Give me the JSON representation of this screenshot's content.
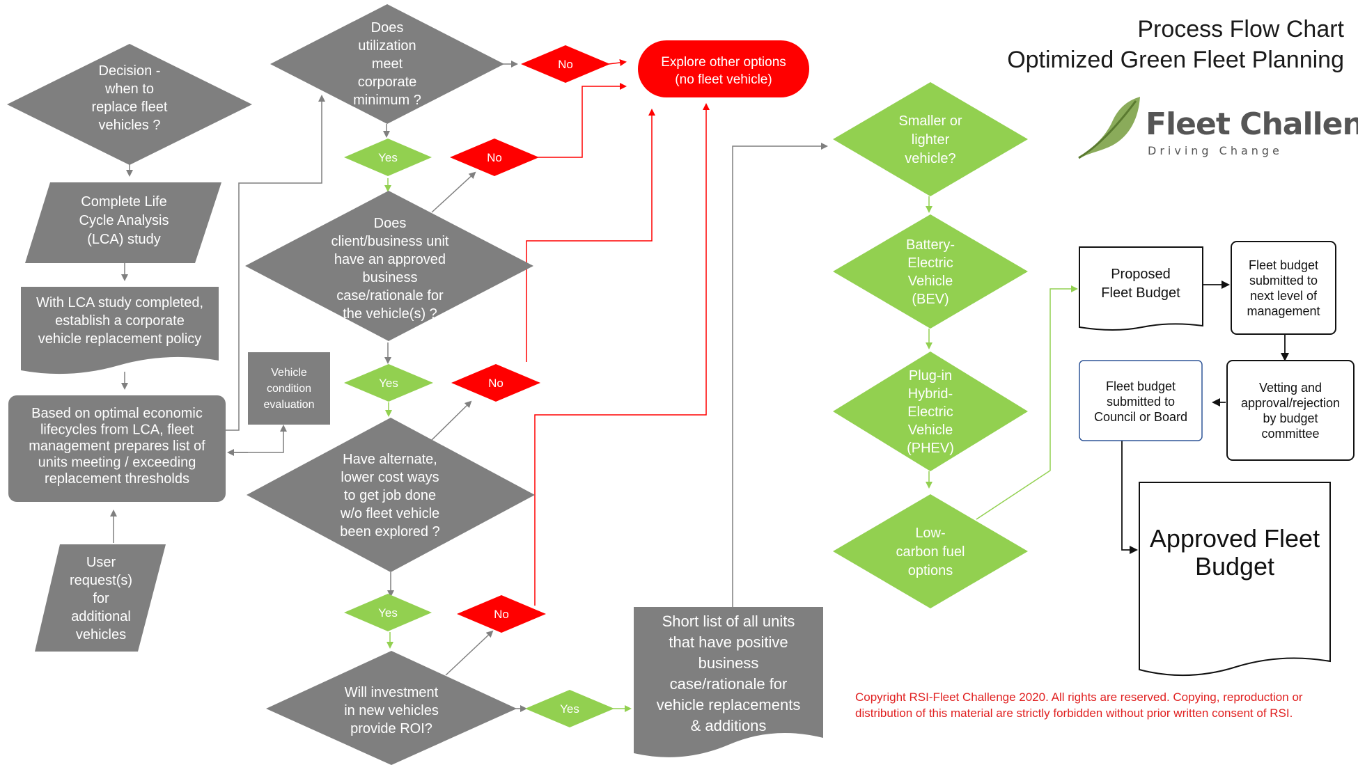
{
  "header": {
    "title_line1": "Process Flow Chart",
    "title_line2": "Optimized Green Fleet Planning"
  },
  "logo": {
    "name": "Fleet Challenge",
    "tagline": "Driving Change"
  },
  "copyright": "Copyright RSI-Fleet Challenge 2020. All rights are reserved. Copying, reproduction or distribution of this material are strictly forbidden without prior written consent of RSI.",
  "colors": {
    "gray": "#7f7f7f",
    "green": "#92d050",
    "red": "#ff0000",
    "connector_gray": "#7f7f7f",
    "connector_red": "#ff0000",
    "connector_green": "#92d050"
  },
  "nodes": {
    "decision_when": [
      "Decision -",
      "when to",
      "replace fleet",
      "vehicles ?"
    ],
    "lca_study": [
      "Complete Life",
      "Cycle Analysis",
      "(LCA) study"
    ],
    "replacement_policy": [
      "With LCA study completed,",
      "establish a  corporate",
      "vehicle replacement policy"
    ],
    "prepare_list": [
      "Based on optimal economic",
      "lifecycles from LCA, fleet",
      "management prepares list of",
      "units meeting / exceeding",
      "replacement thresholds"
    ],
    "condition_eval": [
      "Vehicle",
      "condition",
      "evaluation"
    ],
    "user_requests": [
      "User",
      "request(s)",
      "for",
      "additional",
      "vehicles"
    ],
    "utilization": [
      "Does",
      "utilization",
      "meet",
      "corporate",
      "minimum ?"
    ],
    "business_case": [
      "Does",
      "client/business unit",
      "have an approved",
      "business",
      "case/rationale for",
      "the vehicle(s) ?"
    ],
    "alternate_ways": [
      "Have alternate,",
      "lower cost  ways",
      "to get job done",
      "w/o fleet vehicle",
      "been explored ?"
    ],
    "roi": [
      "Will investment",
      "in new vehicles",
      "provide ROI?"
    ],
    "explore_options": [
      "Explore other options",
      "(no  fleet vehicle)"
    ],
    "short_list": [
      "Short list of all units",
      "that have  positive",
      "business",
      "case/rationale for",
      "vehicle replacements",
      "& additions"
    ],
    "smaller_lighter": [
      "Smaller or",
      "lighter",
      "vehicle?"
    ],
    "bev": [
      "Battery-",
      "Electric",
      "Vehicle",
      "(BEV)"
    ],
    "phev": [
      "Plug-in",
      "Hybrid-",
      "Electric",
      "Vehicle",
      "(PHEV)"
    ],
    "low_carbon": [
      "Low-",
      "carbon fuel",
      "options"
    ],
    "proposed_budget": [
      "Proposed",
      "Fleet Budget"
    ],
    "submitted_mgmt": [
      "Fleet budget",
      "submitted to",
      "next level of",
      "management"
    ],
    "vetting": [
      "Vetting and",
      "approval/rejection",
      "by budget",
      "committee"
    ],
    "submitted_council": [
      "Fleet budget",
      "submitted to",
      "Council or Board"
    ],
    "approved_budget": [
      "Approved Fleet",
      "Budget"
    ]
  },
  "labels": {
    "no": "No",
    "yes": "Yes"
  }
}
